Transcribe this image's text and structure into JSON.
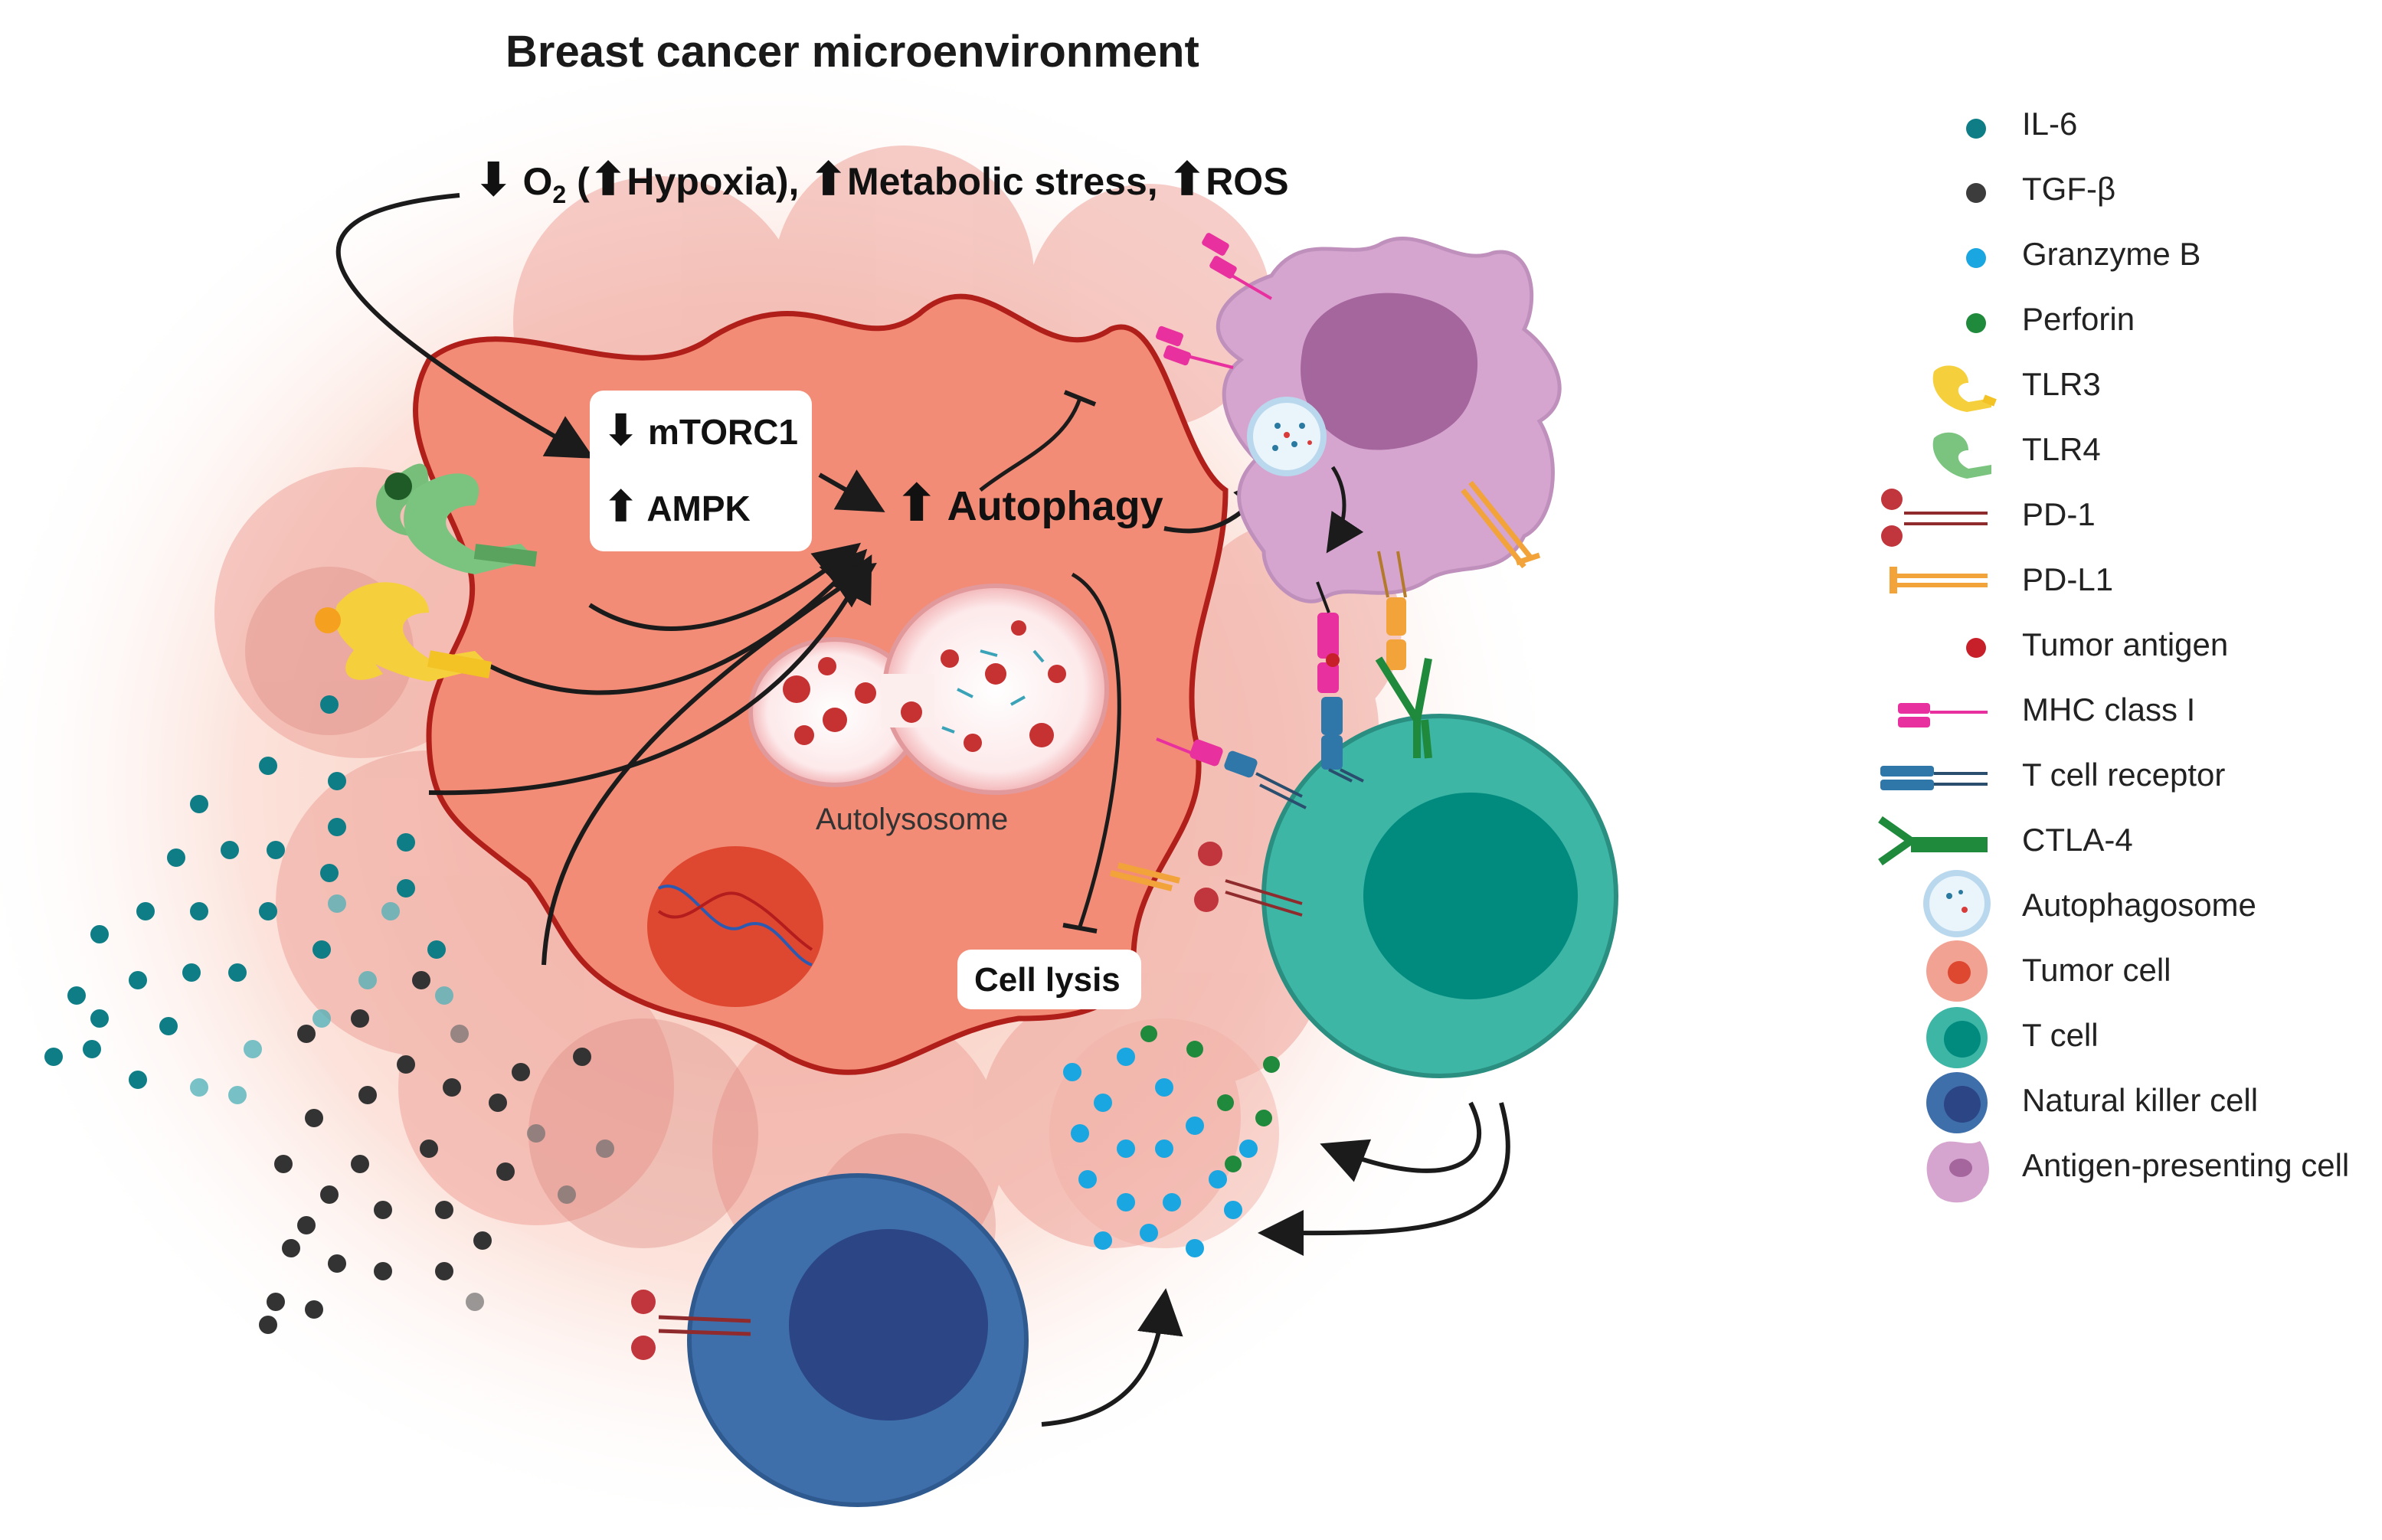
{
  "title": "Breast cancer microenvironment",
  "stress": {
    "down_arrow": "⬇",
    "o2": "O",
    "o2_sub": "2",
    "paren_open": "(",
    "up_arrow": "⬆",
    "hypoxia": "Hypoxia),",
    "metabolic": "Metabolic stress,",
    "ros": "ROS"
  },
  "signaling": {
    "mtorc1": "mTORC1",
    "ampk": "AMPK",
    "down_arrow": "⬇",
    "up_arrow": "⬆"
  },
  "autophagy": {
    "arrow": "⬆",
    "label": "Autophagy"
  },
  "autolysosome": "Autolysosome",
  "cell_lysis": "Cell lysis",
  "legend": [
    {
      "label": "IL-6",
      "icon": "il6-dot-icon"
    },
    {
      "label": "TGF-β",
      "icon": "tgfb-dot-icon"
    },
    {
      "label": "Granzyme B",
      "icon": "granzyme-dot-icon"
    },
    {
      "label": "Perforin",
      "icon": "perforin-dot-icon"
    },
    {
      "label": "TLR3",
      "icon": "tlr3-icon"
    },
    {
      "label": "TLR4",
      "icon": "tlr4-icon"
    },
    {
      "label": "PD-1",
      "icon": "pd1-icon"
    },
    {
      "label": "PD-L1",
      "icon": "pdl1-icon"
    },
    {
      "label": "Tumor antigen",
      "icon": "tumor-antigen-icon"
    },
    {
      "label": "MHC class I",
      "icon": "mhc-icon"
    },
    {
      "label": "T cell receptor",
      "icon": "tcr-icon"
    },
    {
      "label": "CTLA-4",
      "icon": "ctla4-icon"
    },
    {
      "label": "Autophagosome",
      "icon": "autophagosome-icon"
    },
    {
      "label": "Tumor cell",
      "icon": "tumor-cell-icon"
    },
    {
      "label": "T cell",
      "icon": "t-cell-icon"
    },
    {
      "label": "Natural killer cell",
      "icon": "nk-cell-icon"
    },
    {
      "label": "Antigen-presenting cell",
      "icon": "apc-icon"
    }
  ],
  "colors": {
    "il6": "#0e7d86",
    "tgfb": "#3c3c3c",
    "granzyme": "#1aa6e0",
    "perforin": "#1f8a3c",
    "tlr3": "#f5cf3c",
    "tlr4": "#7bc47f",
    "pd1": "#c0363c",
    "pdl1": "#f2a33a",
    "tumor_antigen": "#c8202a",
    "mhc": "#e8309e",
    "tcr": "#2f77a8",
    "ctla4": "#1f8a3c",
    "tumor_cell": "#f08a73",
    "t_cell": "#3db6a6",
    "nk_cell": "#3f6faa",
    "apc": "#c79ac2"
  }
}
